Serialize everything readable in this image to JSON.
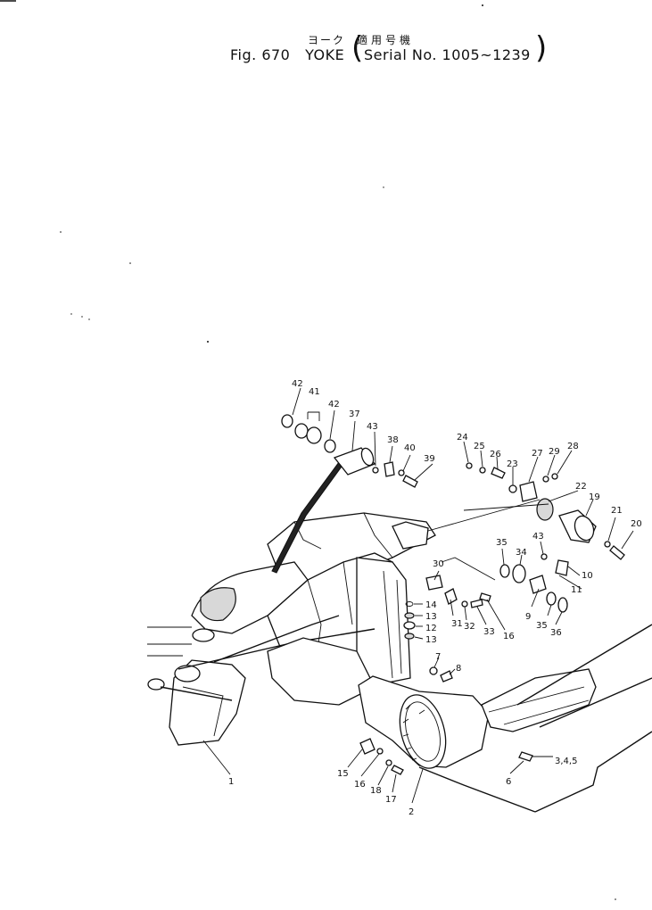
{
  "header": {
    "title_jp": "ヨーク",
    "title_jp_paren": "適用号機",
    "fig_label": "Fig. 670",
    "part_name": "YOKE",
    "serial": "Serial No. 1005~1239"
  },
  "callouts": [
    "42",
    "41",
    "42",
    "37",
    "43",
    "38",
    "40",
    "39",
    "24",
    "25",
    "26",
    "23",
    "27",
    "29",
    "28",
    "22",
    "19",
    "21",
    "20",
    "35",
    "34",
    "43",
    "10",
    "11",
    "9",
    "35",
    "36",
    "30",
    "14",
    "13",
    "12",
    "13",
    "31",
    "32",
    "33",
    "16",
    "7",
    "8",
    "3,4,5",
    "6",
    "15",
    "16",
    "18",
    "17",
    "2",
    "1"
  ],
  "colors": {
    "ink": "#111111",
    "paper": "#ffffff"
  }
}
